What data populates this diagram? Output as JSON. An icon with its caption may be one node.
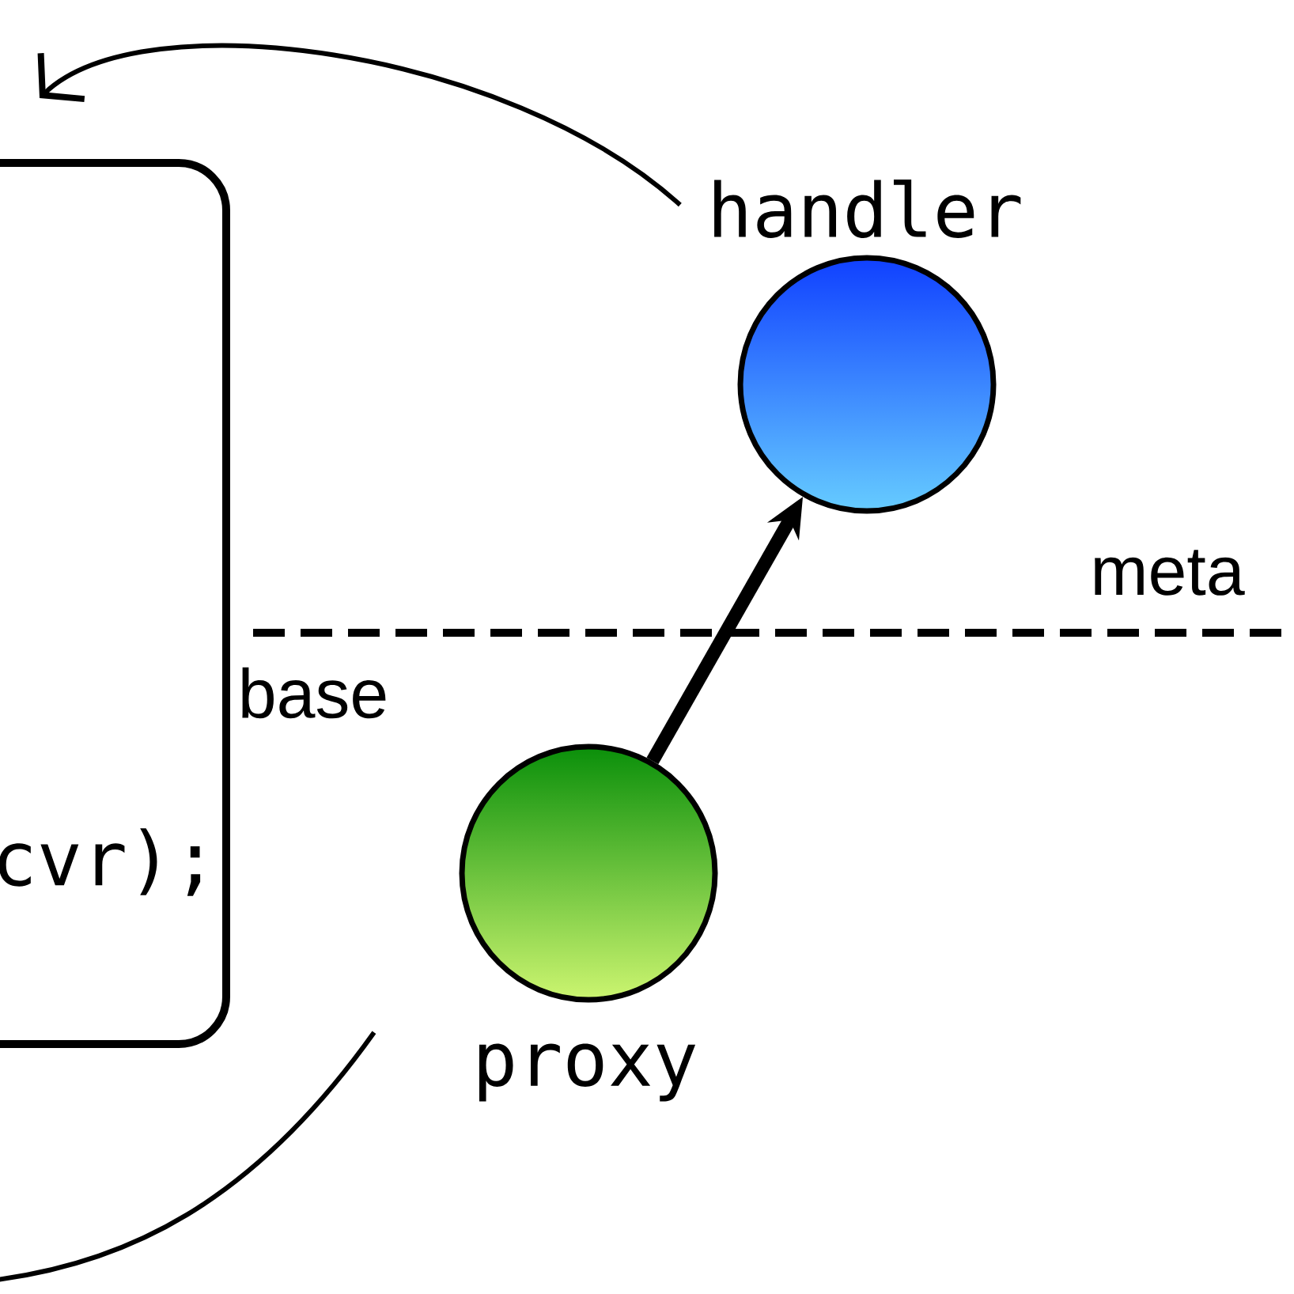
{
  "diagram": {
    "nodes": [
      {
        "text": [
          "cvr);"
        ]
      },
      {
        "text": [
          "handler"
        ]
      },
      {
        "text": [
          "proxy"
        ]
      }
    ],
    "edges": [
      {
        "from": 2,
        "to": 1,
        "arrow": "to",
        "style": "thick"
      },
      {
        "from": 1,
        "to": null,
        "arrow": "to"
      },
      {
        "from": 2,
        "to": null,
        "arrow": "none"
      }
    ],
    "labels": [
      "meta",
      "base"
    ]
  }
}
